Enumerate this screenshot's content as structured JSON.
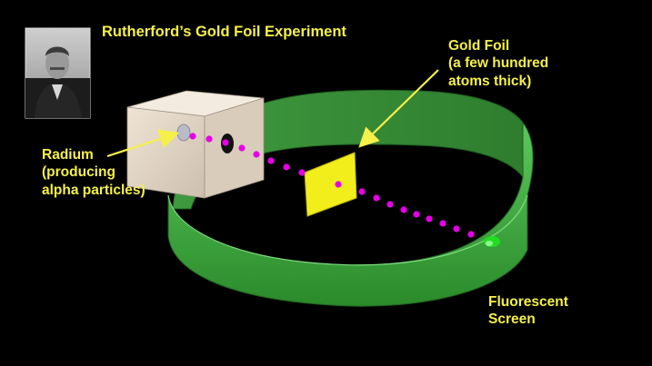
{
  "title": "Rutherford’s Gold Foil Experiment",
  "labels": {
    "radium": [
      "Radium",
      "(producing",
      "alpha particles)"
    ],
    "gold_foil": [
      "Gold Foil",
      "(a few hundred",
      "atoms thick)"
    ],
    "screen": [
      "Fluorescent",
      "Screen"
    ]
  },
  "portrait": {
    "subject": "ernest-rutherford-photo"
  },
  "colors": {
    "background": "#000000",
    "label_text": "#f5f04a",
    "screen_green": "#3aa63a",
    "gold_foil": "#f2ee1c",
    "alpha_particles": "#e600e6",
    "box": "#e3d6c6",
    "flash": "#22dd22"
  }
}
